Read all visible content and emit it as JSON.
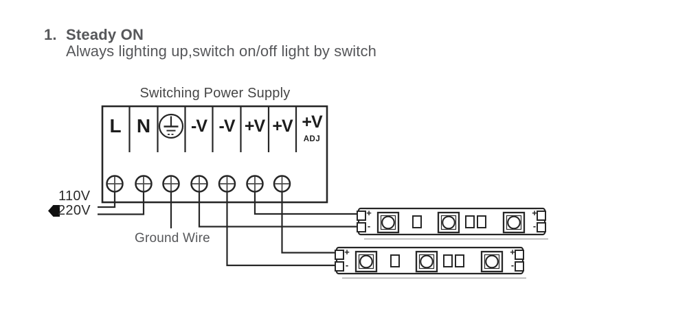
{
  "heading": {
    "number": "1.",
    "title": "Steady ON",
    "subtitle": "Always lighting up,switch on/off light by switch"
  },
  "psu": {
    "title": "Switching Power Supply",
    "cells": [
      {
        "label": "L"
      },
      {
        "label": "N"
      },
      {
        "icon": "protective-earth-icon"
      },
      {
        "label": "-V"
      },
      {
        "label": "-V"
      },
      {
        "label": "+V"
      },
      {
        "label": "+V"
      },
      {
        "label": "+V",
        "sub": "ADJ"
      }
    ],
    "screw_terminal_count": 7
  },
  "power_input": {
    "line1": "110V",
    "line2": "220V",
    "plug_icon": "ac-plug-icon"
  },
  "ground_wire_label": "Ground Wire",
  "led_strips": {
    "count": 2,
    "leds_per_strip": 3,
    "plus": "+",
    "minus": "-"
  },
  "colors": {
    "line": "#262626",
    "heading_text": "#56575a",
    "label_text": "#1d1d1d"
  }
}
